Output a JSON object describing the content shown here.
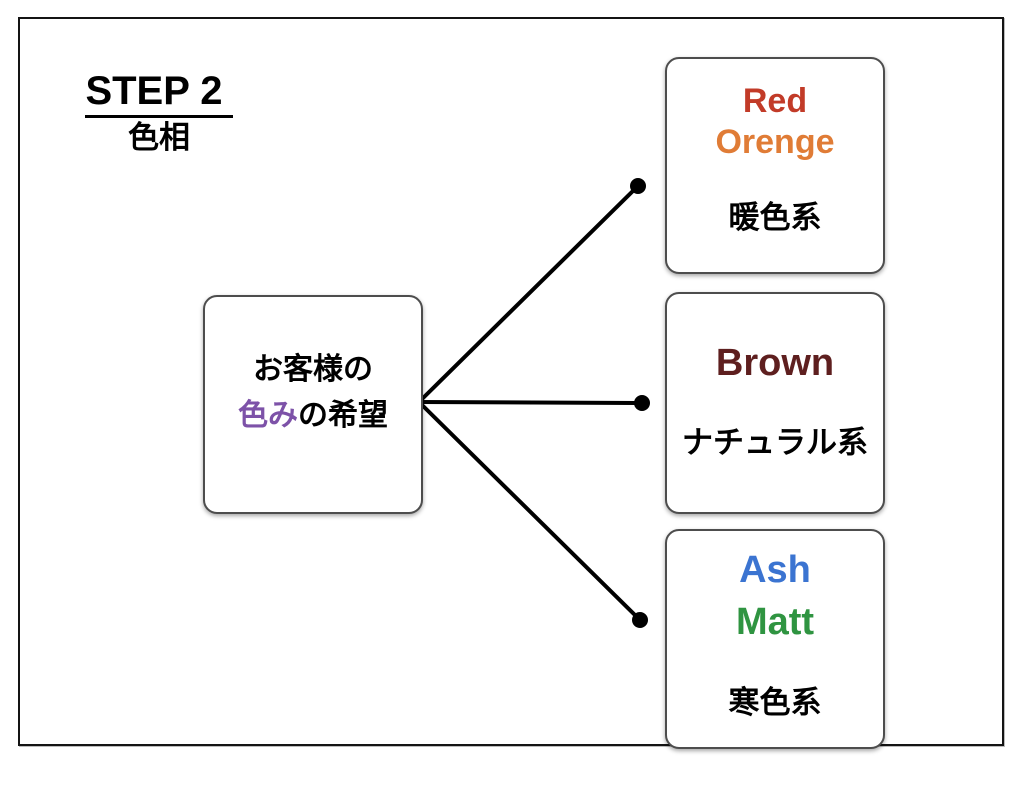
{
  "slide": {
    "step_title": "STEP 2",
    "step_subtitle": "色相"
  },
  "center_box": {
    "line1": "お客様の",
    "line2_accent": "色み",
    "line2_rest": "の希望",
    "accent_color": "#7d52a8"
  },
  "branches": [
    {
      "id": "warm",
      "english": [
        {
          "text": "Red",
          "color": "#c23b28"
        },
        {
          "text": "Orenge",
          "color": "#e07c36"
        }
      ],
      "label": "暖色系"
    },
    {
      "id": "natural",
      "english": [
        {
          "text": "Brown",
          "color": "#5e1f1f"
        }
      ],
      "label": "ナチュラル系"
    },
    {
      "id": "cool",
      "english": [
        {
          "text": "Ash",
          "color": "#3b74d1"
        },
        {
          "text": "Matt",
          "color": "#2f9441"
        }
      ],
      "label": "寒色系"
    }
  ],
  "connector": {
    "color": "#000000"
  }
}
